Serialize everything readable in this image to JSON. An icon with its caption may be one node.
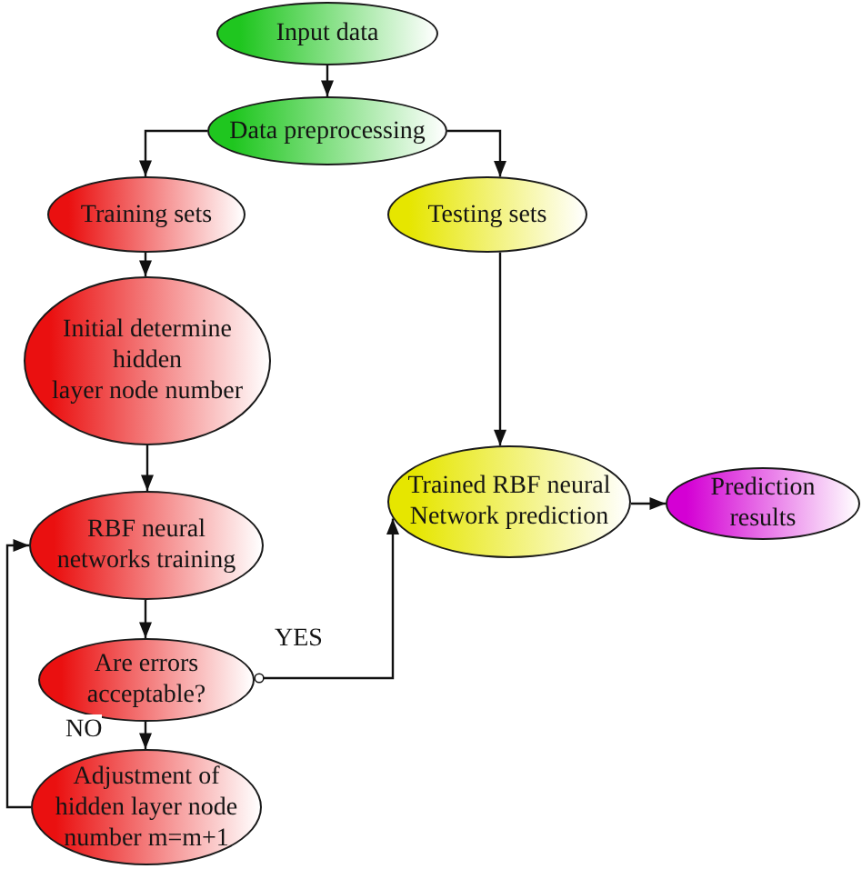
{
  "diagram": {
    "nodes": [
      {
        "text": [
          "Input data"
        ]
      },
      {
        "text": [
          "Data preprocessing"
        ]
      },
      {
        "text": [
          "Training sets"
        ]
      },
      {
        "text": [
          "Testing sets"
        ]
      },
      {
        "text": [
          "Initial determine hidden layer node number"
        ]
      },
      {
        "text": [
          "Trained RBF neural Network prediction"
        ]
      },
      {
        "text": [
          "Prediction results"
        ]
      },
      {
        "text": [
          "RBF neural networks training"
        ]
      },
      {
        "text": [
          "Are errors acceptable?"
        ]
      },
      {
        "text": [
          "Adjustment of hidden layer node number m=m+1"
        ]
      }
    ],
    "edges": [
      {
        "from": 0,
        "to": 1,
        "arrow": "to"
      },
      {
        "from": 1,
        "to": 2,
        "arrow": "to"
      },
      {
        "from": 1,
        "to": 3,
        "arrow": "to"
      },
      {
        "from": 2,
        "to": 4,
        "arrow": "to"
      },
      {
        "from": 3,
        "to": 5,
        "arrow": "to"
      },
      {
        "from": 4,
        "to": 7,
        "arrow": "to"
      },
      {
        "from": 7,
        "to": 8,
        "arrow": "to"
      },
      {
        "from": 8,
        "to": 5,
        "arrow": "to",
        "label": "YES"
      },
      {
        "from": 8,
        "to": 9,
        "arrow": "to",
        "label": "NO"
      },
      {
        "from": 9,
        "to": 7,
        "arrow": "to"
      },
      {
        "from": 5,
        "to": 6,
        "arrow": "to"
      }
    ]
  }
}
